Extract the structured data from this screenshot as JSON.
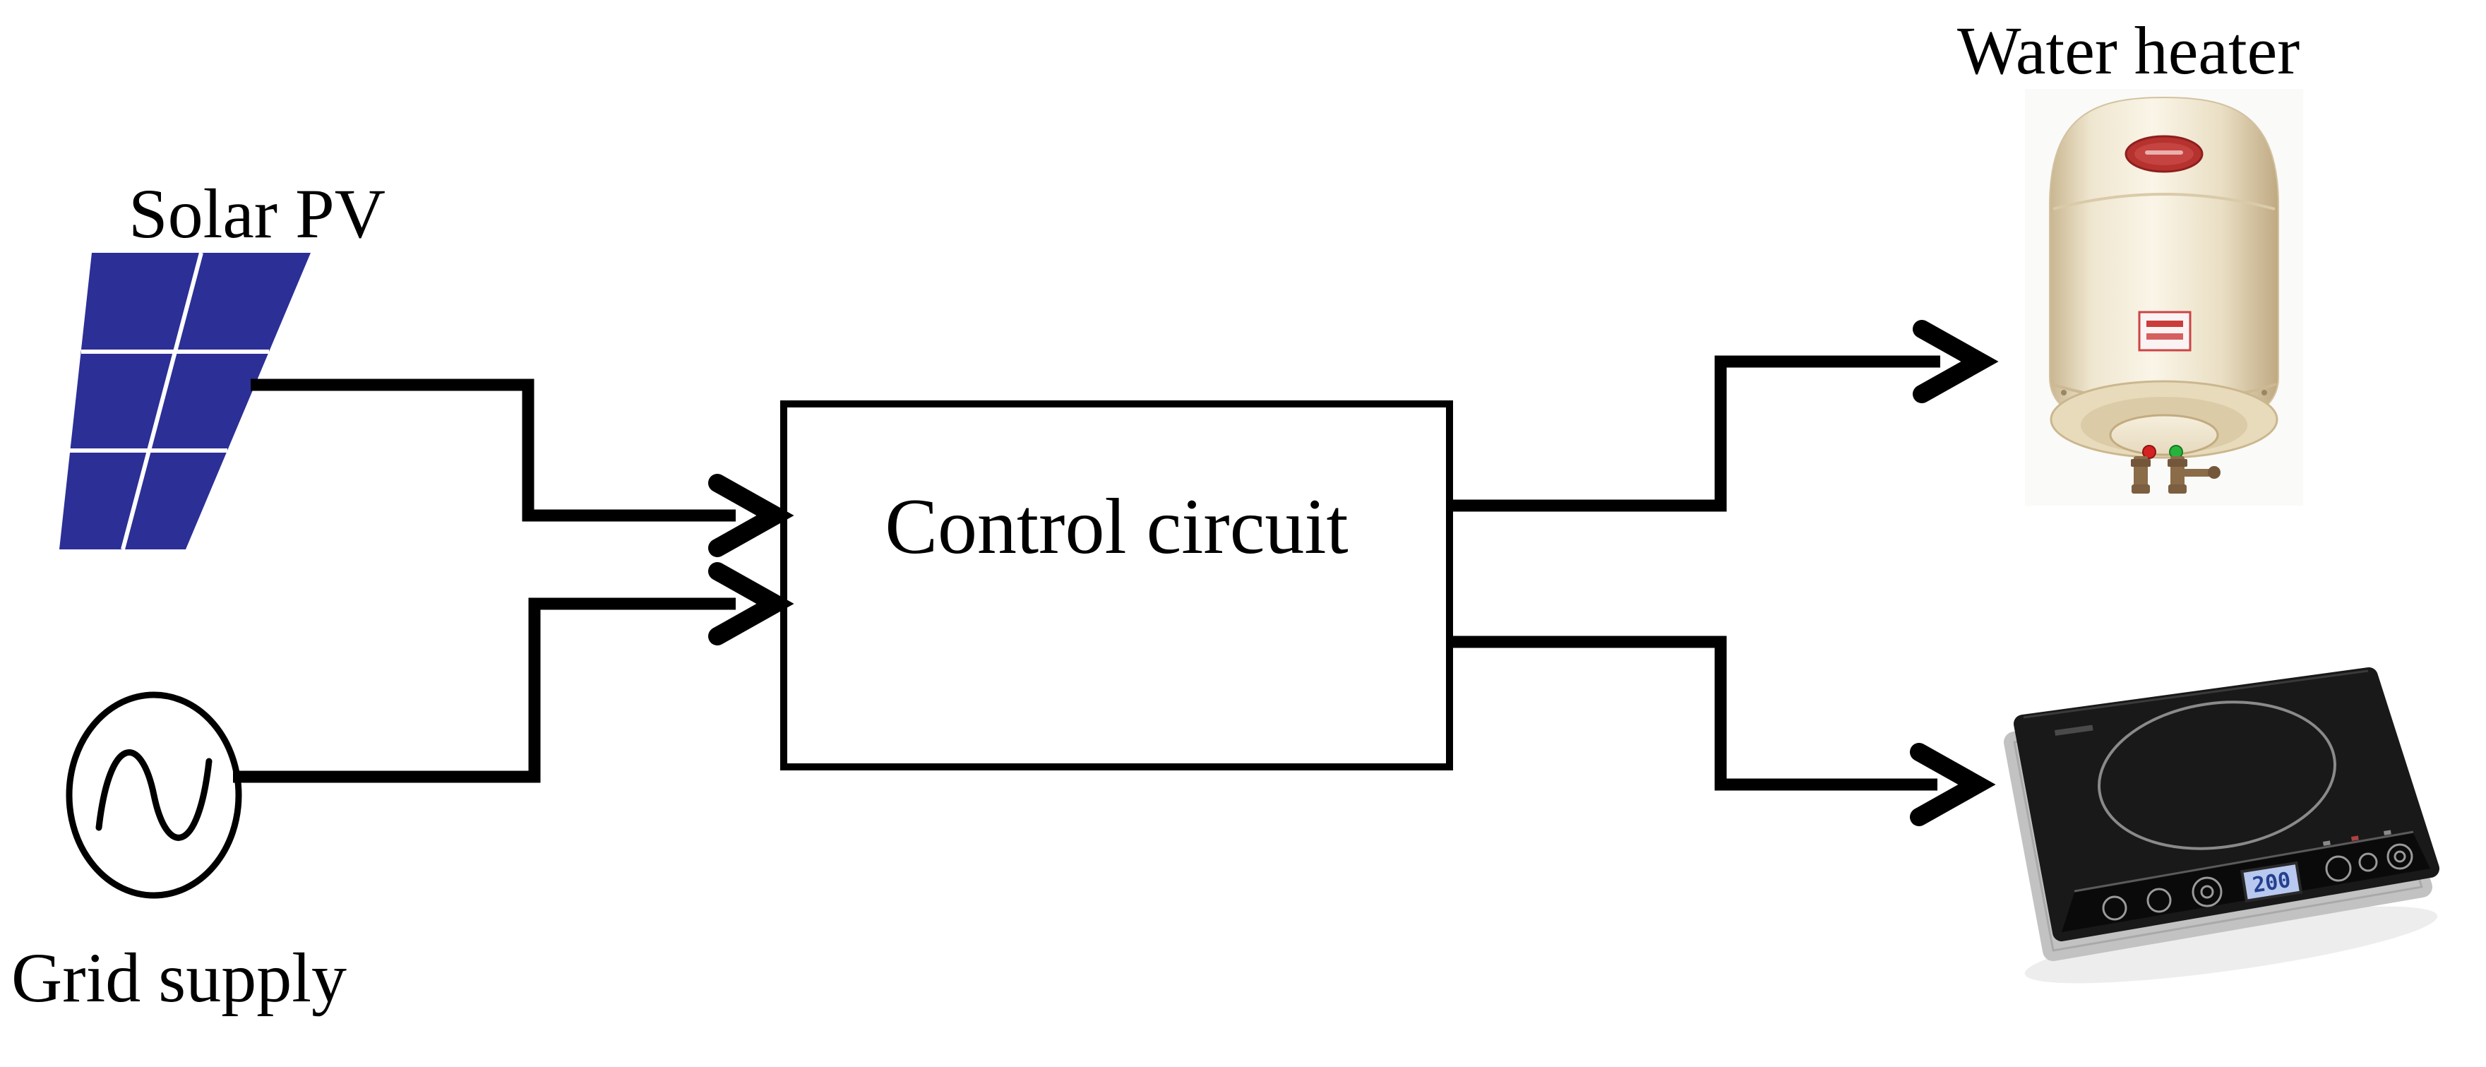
{
  "diagram": {
    "background_color": "#ffffff",
    "wire_color": "#000000",
    "labels": {
      "solar_pv": "Solar PV",
      "grid_supply": "Grid supply",
      "control_circuit": "Control circuit",
      "water_heater": "Water heater"
    },
    "solar_panel": {
      "rows": 3,
      "columns": 2,
      "cell_color": "#2b2f96",
      "grid_line_color": "#ffffff"
    },
    "grid_source": {
      "symbol": "ac-sine-wave-in-circle",
      "stroke_color": "#000000"
    },
    "water_heater_photo": {
      "body_color": "#f2ead6",
      "badge_color": "#b5322e",
      "indicator_colors": [
        "#d42222",
        "#28b43c"
      ],
      "pipe_color": "#8a6c49"
    },
    "induction_cooktop_photo": {
      "body_color": "#191919",
      "base_color": "#c2c2c2",
      "ring_color": "#8a8a8a",
      "display_value": "200",
      "display_color": "#b9c8ee"
    },
    "connections": [
      {
        "from": "solar-pv",
        "to": "control-circuit"
      },
      {
        "from": "grid-supply",
        "to": "control-circuit"
      },
      {
        "from": "control-circuit",
        "to": "water-heater"
      },
      {
        "from": "control-circuit",
        "to": "induction-cooktop"
      }
    ]
  }
}
